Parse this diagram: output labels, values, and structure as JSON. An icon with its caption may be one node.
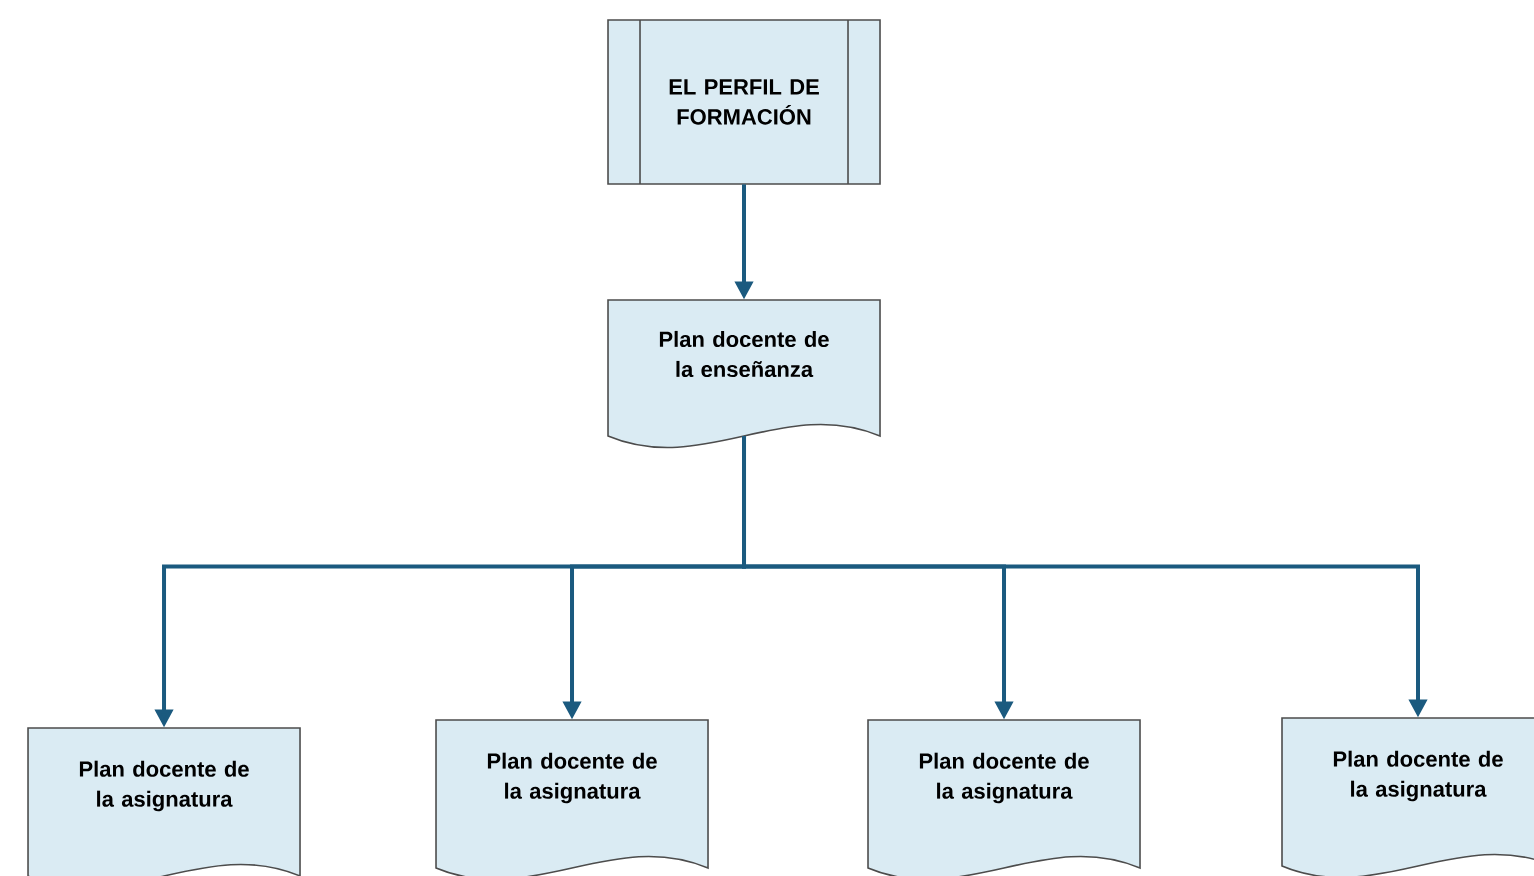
{
  "diagram": {
    "nodes": [
      {
        "text": [
          "EL PERFIL DE FORMACIÓN"
        ]
      },
      {
        "text": [
          "Plan docente de la enseñanza"
        ]
      },
      {
        "text": [
          "Plan docente de la asignatura"
        ]
      },
      {
        "text": [
          "Plan docente de la asignatura"
        ]
      },
      {
        "text": [
          "Plan docente de la asignatura"
        ]
      },
      {
        "text": [
          "Plan docente de la asignatura"
        ]
      }
    ],
    "edges": [
      {
        "from": 0,
        "to": 1,
        "arrow": "to"
      },
      {
        "from": 1,
        "to": 2,
        "arrow": "to"
      },
      {
        "from": 1,
        "to": 3,
        "arrow": "to"
      },
      {
        "from": 1,
        "to": 4,
        "arrow": "to"
      },
      {
        "from": 1,
        "to": 5,
        "arrow": "to"
      }
    ]
  }
}
